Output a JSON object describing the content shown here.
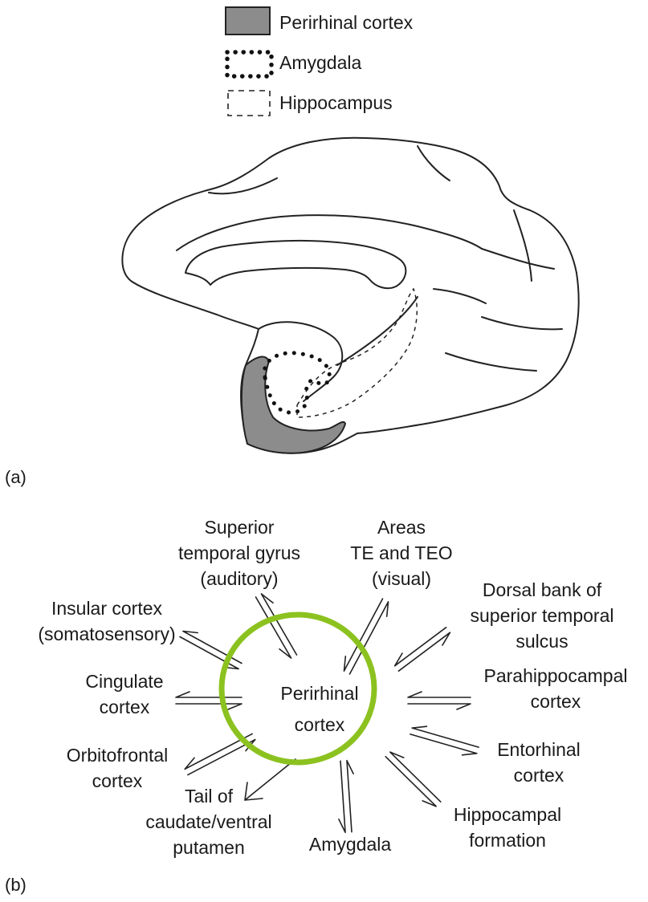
{
  "legend": {
    "perirhinal": "Perirhinal cortex",
    "amygdala": "Amygdala",
    "hippocampus": "Hippocampus"
  },
  "panels": {
    "a": "(a)",
    "b": "(b)"
  },
  "center": {
    "line1": "Perirhinal",
    "line2": "cortex",
    "ring_color": "#8cc21f"
  },
  "colors": {
    "perirhinal_fill": "#8c8c8c",
    "outline": "#222222"
  },
  "nodes": {
    "superior_temporal": [
      "Superior",
      "temporal gyrus",
      "(auditory)"
    ],
    "areas_te_teo": [
      "Areas",
      "TE and TEO",
      "(visual)"
    ],
    "dorsal_bank": [
      "Dorsal bank of",
      "superior temporal",
      "sulcus"
    ],
    "insular": [
      "Insular cortex",
      "(somatosensory)"
    ],
    "cingulate": [
      "Cingulate",
      "cortex"
    ],
    "parahippocampal": [
      "Parahippocampal",
      "cortex"
    ],
    "orbitofrontal": [
      "Orbitofrontal",
      "cortex"
    ],
    "entorhinal": [
      "Entorhinal",
      "cortex"
    ],
    "tail_caudate": [
      "Tail of",
      "caudate/ventral",
      "putamen"
    ],
    "amygdala": [
      "Amygdala"
    ],
    "hippocampal_formation": [
      "Hippocampal",
      "formation"
    ]
  }
}
